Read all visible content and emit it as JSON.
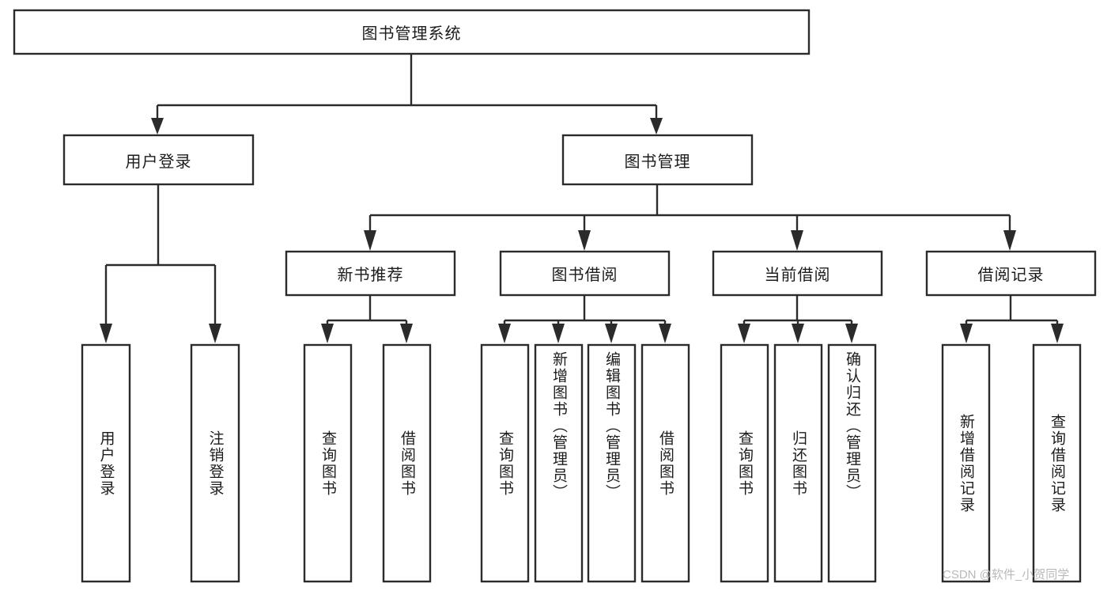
{
  "diagram": {
    "type": "tree",
    "title": "图书管理系统",
    "root": {
      "label": "图书管理系统",
      "orientation": "horizontal"
    },
    "level2": [
      {
        "label": "用户登录",
        "orientation": "horizontal"
      },
      {
        "label": "图书管理",
        "orientation": "horizontal"
      }
    ],
    "level3": [
      {
        "label": "新书推荐",
        "orientation": "horizontal"
      },
      {
        "label": "图书借阅",
        "orientation": "horizontal"
      },
      {
        "label": "当前借阅",
        "orientation": "horizontal"
      },
      {
        "label": "借阅记录",
        "orientation": "horizontal"
      }
    ],
    "leaves": {
      "user_login": [
        {
          "label": "用户登录",
          "orientation": "vertical"
        },
        {
          "label": "注销登录",
          "orientation": "vertical"
        }
      ],
      "new_book_recommend": [
        {
          "label": "查询图书",
          "orientation": "vertical"
        },
        {
          "label": "借阅图书",
          "orientation": "vertical"
        }
      ],
      "book_borrow": [
        {
          "label": "查询图书",
          "orientation": "vertical"
        },
        {
          "label": "新增图书（管理员）",
          "orientation": "vertical"
        },
        {
          "label": "编辑图书（管理员）",
          "orientation": "vertical"
        },
        {
          "label": "借阅图书",
          "orientation": "vertical"
        }
      ],
      "current_borrow": [
        {
          "label": "查询图书",
          "orientation": "vertical"
        },
        {
          "label": "归还图书",
          "orientation": "vertical"
        },
        {
          "label": "确认归还（管理员）",
          "orientation": "vertical"
        }
      ],
      "borrow_record": [
        {
          "label": "新增借阅记录",
          "orientation": "vertical"
        },
        {
          "label": "查询借阅记录",
          "orientation": "vertical"
        }
      ]
    }
  },
  "watermark": {
    "text": "CSDN @软件_小贺同学"
  },
  "colors": {
    "background": "#ffffff",
    "box_fill": "#ffffff",
    "box_stroke": "#2b2b2b",
    "text": "#1c1c1c",
    "watermark": "#b9b9b9"
  }
}
